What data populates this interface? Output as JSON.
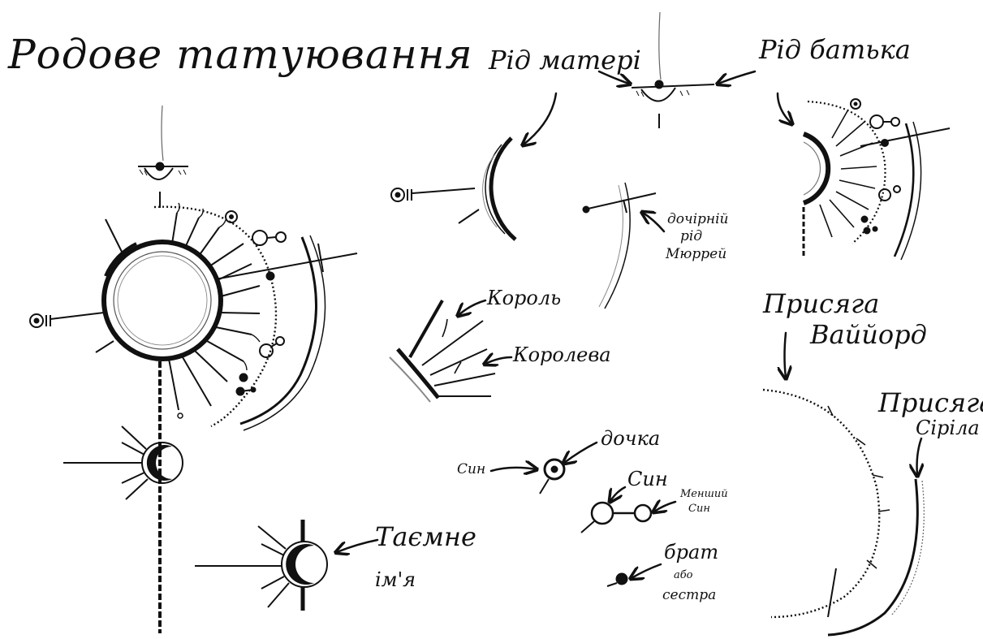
{
  "title": "Родове татуювання",
  "labels": {
    "mother_line": "Рід матері",
    "father_line": "Рід батька",
    "daughter_line_1": "дочірній",
    "daughter_line_2": "рід",
    "daughter_line_3": "Мюррей",
    "king": "Король",
    "queen": "Королева",
    "oath_warrior_1": "Присяга",
    "oath_warrior_2": "Ваййорд",
    "oath_siril_1": "Присяга",
    "oath_siril_2": "Сіріла",
    "daughter": "дочка",
    "son_left": "Син",
    "son": "Син",
    "younger_son_1": "Менший",
    "younger_son_2": "Син",
    "sibling_1": "брат",
    "sibling_2": "або",
    "sibling_3": "сестра",
    "secret_name_1": "Таємне",
    "secret_name_2": "ім'я"
  },
  "colors": {
    "ink": "#111111",
    "ink_soft": "#555555",
    "paper": "#ffffff"
  }
}
